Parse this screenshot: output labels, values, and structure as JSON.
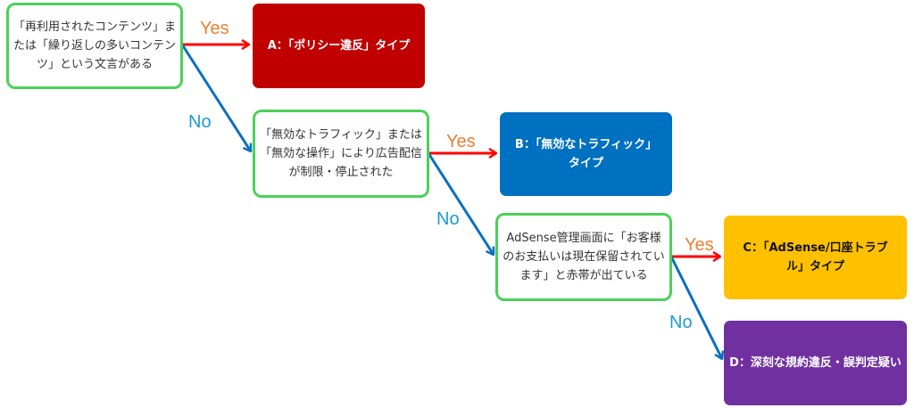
{
  "questions": [
    {
      "text": "「再利用されたコンテンツ」または「繰り返しの多いコンテンツ」という文言がある"
    },
    {
      "text": "「無効なトラフィック」または「無効な操作」により広告配信が制限・停止された"
    },
    {
      "text": "AdSense管理画面に「お客様のお支払いは現在保留されています」と赤帯が出ている"
    }
  ],
  "results": [
    {
      "text": "A：「ポリシー違反」タイプ",
      "color": "#c00000"
    },
    {
      "text": "B：「無効なトラフィック」タイプ",
      "color": "#0070c0"
    },
    {
      "text": "C：「AdSense/口座トラブル」タイプ",
      "color": "#ffc000"
    },
    {
      "text": "D：深刻な規約違反・誤判定疑い",
      "color": "#7030a0"
    }
  ],
  "labels": {
    "yes": "Yes",
    "no": "No"
  },
  "colors": {
    "yes_arrow": "#ff0000",
    "no_arrow": "#0a6fc2",
    "question_border": "#4cd05a"
  }
}
